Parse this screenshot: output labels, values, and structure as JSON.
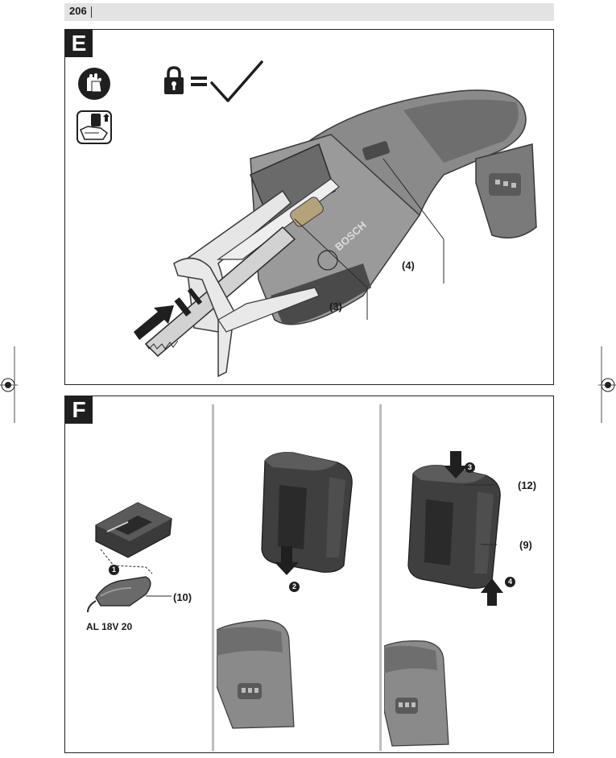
{
  "header": {
    "page_number": "206"
  },
  "panel_e": {
    "label": "E",
    "callouts": {
      "release_lever": "(3)",
      "on_off_switch": "(4)"
    },
    "icons": [
      "gloves-icon",
      "battery-removed-icon",
      "lock-icon",
      "equals-sign",
      "check-icon"
    ],
    "brand_text": "BOSCH"
  },
  "panel_f": {
    "label": "F",
    "steps": [
      "1",
      "2",
      "3",
      "4"
    ],
    "callouts": {
      "charger": "(10)",
      "battery_release": "(12)",
      "battery": "(9)"
    },
    "charger_model": "AL 18V 20"
  },
  "colors": {
    "tool_grey": "#8a8a8a",
    "tool_dark": "#4a4a4a",
    "accent_grey": "#bdbdbd",
    "label_black": "#1f1f1f"
  }
}
